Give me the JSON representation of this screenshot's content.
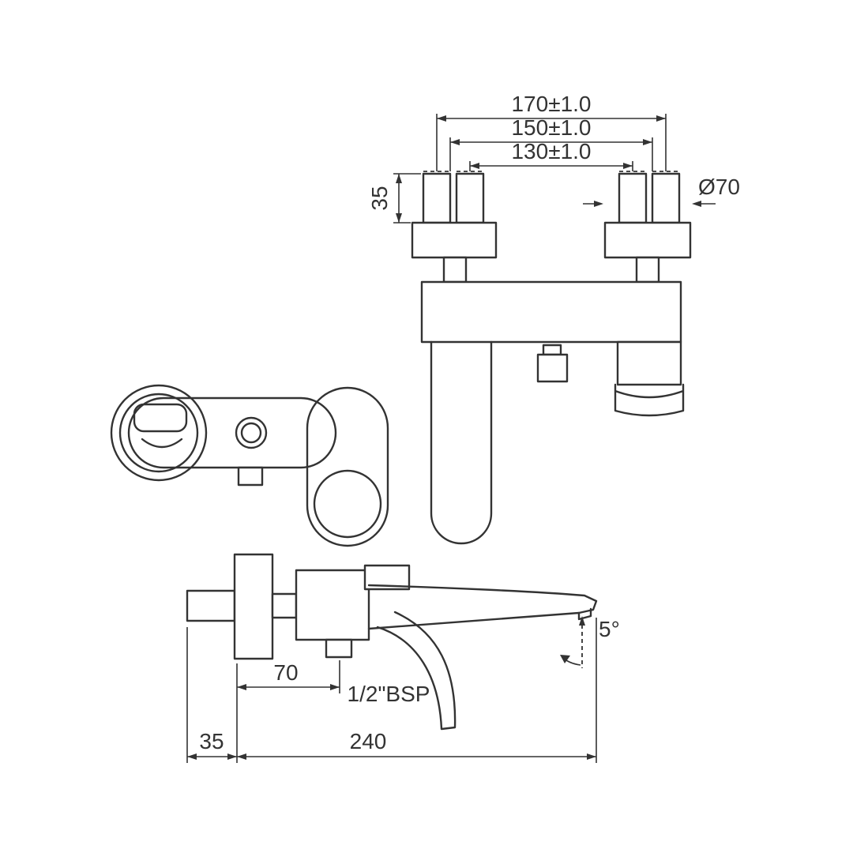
{
  "drawing": {
    "background": "#ffffff",
    "line_color": "#333333",
    "dimensions": {
      "top_width_outer": "170±1.0",
      "top_width_mid": "150±1.0",
      "top_width_inner": "130±1.0",
      "connector_height": "35",
      "flange_diameter": "Ø70",
      "wall_to_port": "70",
      "thread": "1/2\"BSP",
      "spout_angle": "5°",
      "wall_offset": "35",
      "total_length": "240"
    }
  }
}
